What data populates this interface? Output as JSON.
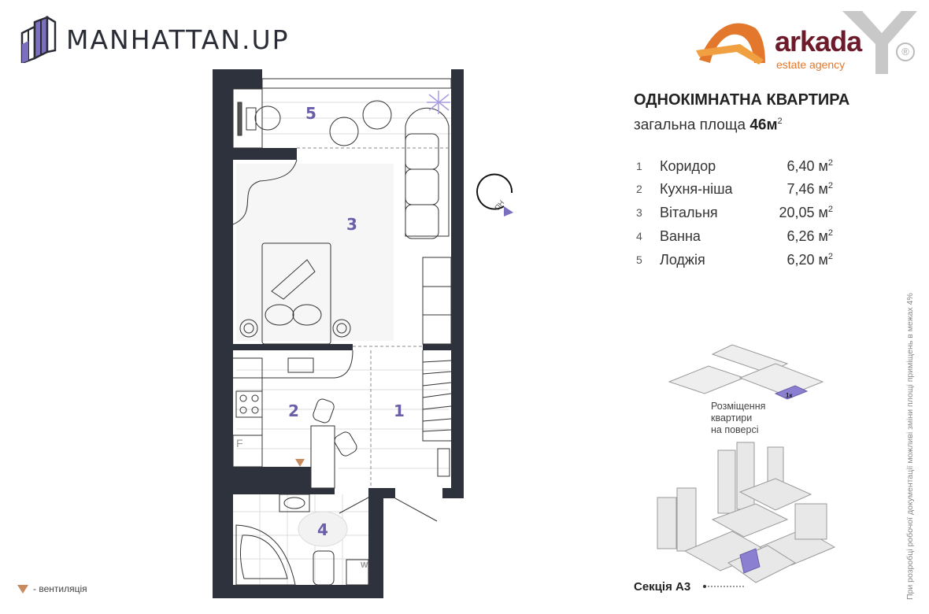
{
  "brand": {
    "name": "MANHATTAN.UP",
    "icon": "building-logo-icon"
  },
  "agency": {
    "name": "arkada",
    "tagline": "estate agency",
    "registered": "®",
    "colors": {
      "name": "#6d1a2b",
      "accent": "#e3782c"
    }
  },
  "apartment": {
    "title": "ОДНОКІМНАТНА КВАРТИРА",
    "area_label": "загальна площа",
    "area_value": "46м",
    "area_sup": "2",
    "rooms": [
      {
        "num": "1",
        "name": "Коридор",
        "area": "6,40 м",
        "sup": "2"
      },
      {
        "num": "2",
        "name": "Кухня-ніша",
        "area": "7,46 м",
        "sup": "2"
      },
      {
        "num": "3",
        "name": "Вітальня",
        "area": "20,05 м",
        "sup": "2"
      },
      {
        "num": "4",
        "name": "Ванна",
        "area": "6,26 м",
        "sup": "2"
      },
      {
        "num": "5",
        "name": "Лоджія",
        "area": "6,20 м",
        "sup": "2"
      }
    ]
  },
  "plan": {
    "labels": {
      "r1": "1",
      "r2": "2",
      "r3": "3",
      "r4": "4",
      "r5": "5",
      "fridge": "F",
      "washer": "W",
      "compass": "ПН"
    },
    "colors": {
      "wall": "#2d323d",
      "room_number": "#6a5fa8",
      "vent": "#c98a5e"
    }
  },
  "legend": {
    "text": "- вентиляція",
    "icon": "ventilation-triangle-icon"
  },
  "floor_location": {
    "label_lines": [
      "Розміщення",
      "квартири",
      "на поверсі"
    ],
    "badge": "1к"
  },
  "section": {
    "label": "Секція А3"
  },
  "note": "При розробці робочої документації можливі зміни площі приміщень в межах 4%"
}
